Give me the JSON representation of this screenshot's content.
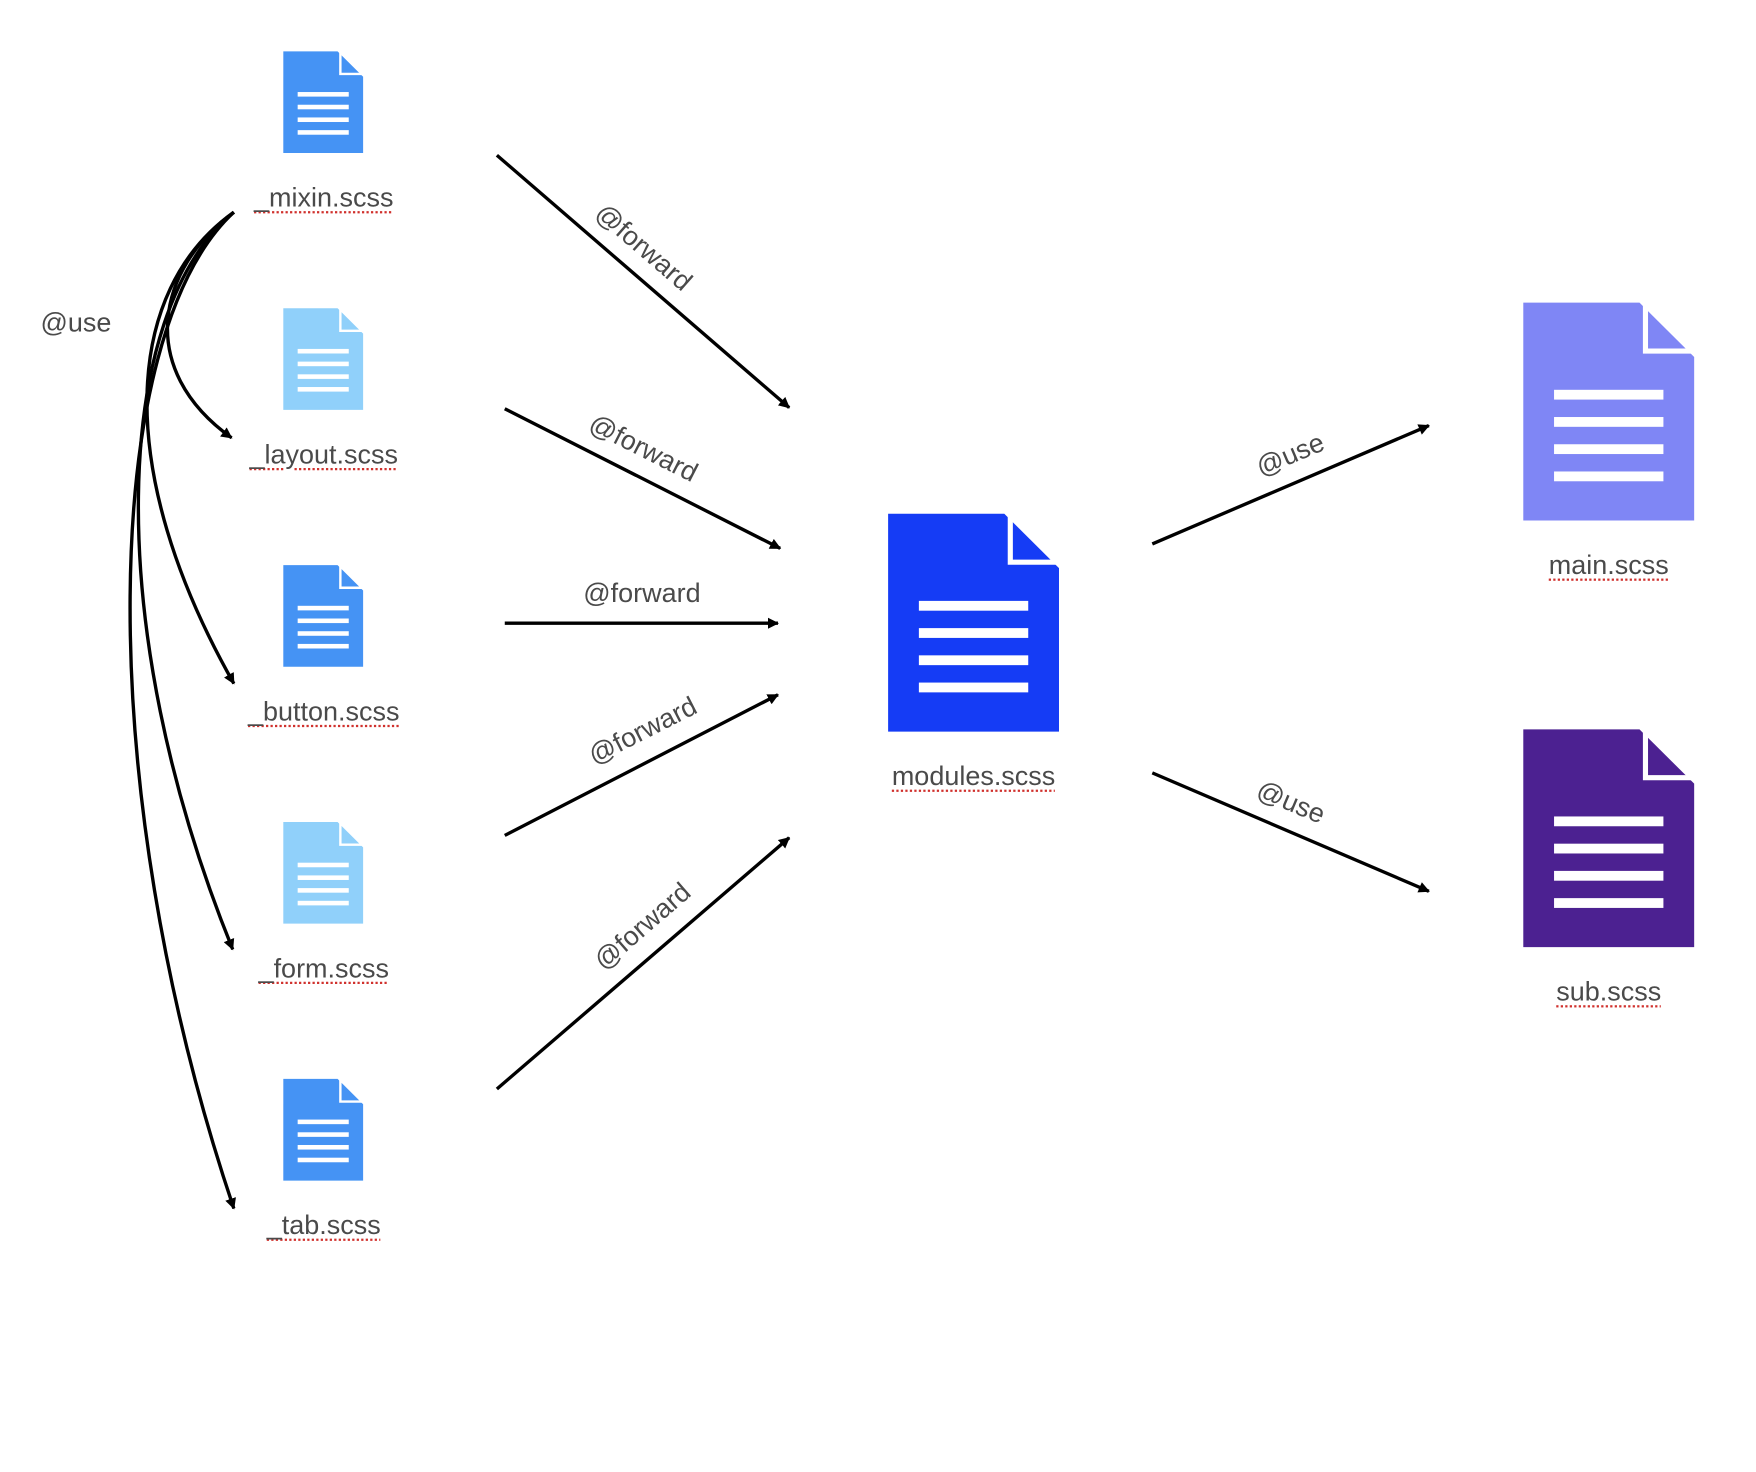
{
  "colors": {
    "partial_dark": "#4593f4",
    "partial_light": "#90d0fa",
    "modules": "#153cf5",
    "main": "#7f86f5",
    "sub": "#4c2191",
    "arrow": "#000000",
    "text": "#4a4a4a",
    "spellcheck": "#d0312d"
  },
  "files": {
    "mixin": {
      "label": "_mixin.scss",
      "icon": "document-icon"
    },
    "layout": {
      "label": "_layout.scss",
      "icon": "document-icon"
    },
    "button": {
      "label": "_button.scss",
      "icon": "document-icon"
    },
    "form": {
      "label": "_form.scss",
      "icon": "document-icon"
    },
    "tab": {
      "label": "_tab.scss",
      "icon": "document-icon"
    },
    "modules": {
      "label": "modules.scss",
      "icon": "document-icon"
    },
    "main": {
      "label": "main.scss",
      "icon": "document-icon"
    },
    "sub": {
      "label": "sub.scss",
      "icon": "document-icon"
    }
  },
  "edges": {
    "use_label": "@use",
    "forward_label": "@forward"
  }
}
